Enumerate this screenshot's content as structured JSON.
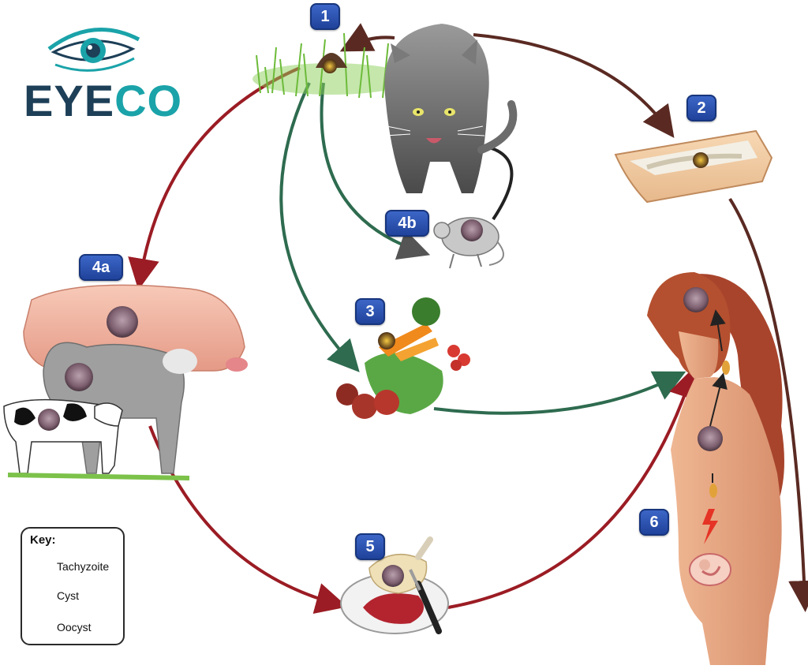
{
  "logo": {
    "part1": "EYE",
    "part2": "CO",
    "colors": {
      "dark": "#1d3f57",
      "teal": "#1aa3a9"
    }
  },
  "steps": {
    "s1": "1",
    "s2": "2",
    "s3": "3",
    "s4a": "4a",
    "s4b": "4b",
    "s5": "5",
    "s6": "6"
  },
  "key": {
    "title": "Key:",
    "items": [
      {
        "label": "Tachyzoite",
        "icon": "tachyzoite-icon"
      },
      {
        "label": "Cyst",
        "icon": "cyst-icon"
      },
      {
        "label": "Oocyst",
        "icon": "oocyst-icon"
      }
    ]
  },
  "colors": {
    "red_arrow": "#9b1c24",
    "green_arrow": "#2e6b4f",
    "brown_arrow": "#5a2a22",
    "badge": "#2b4fb0"
  }
}
